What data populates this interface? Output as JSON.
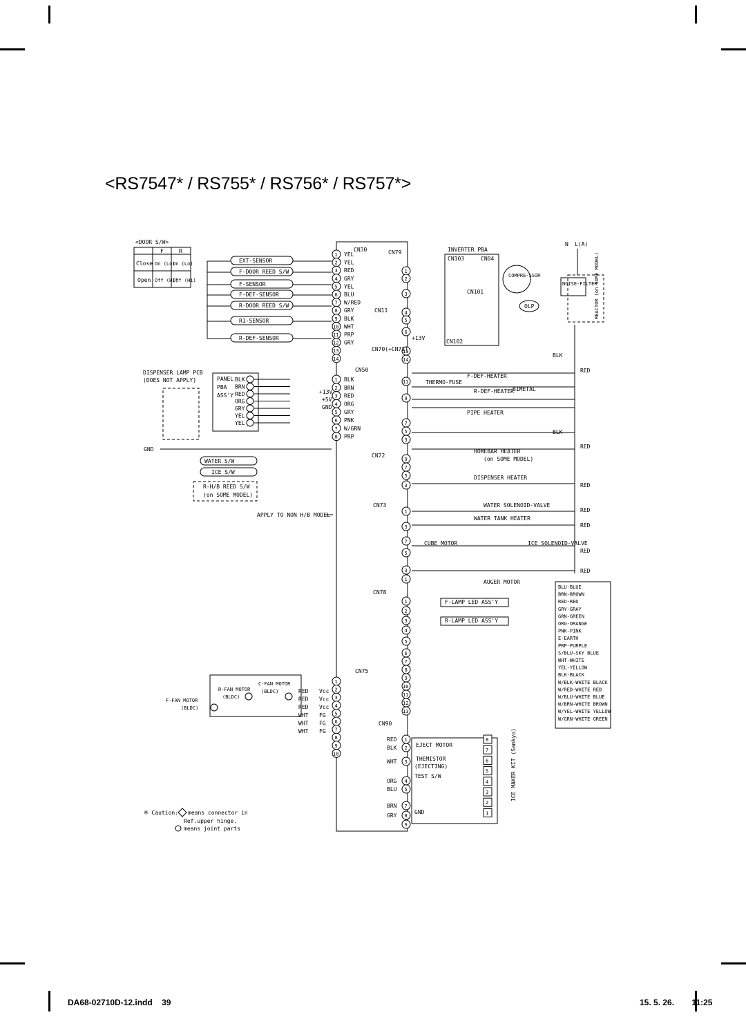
{
  "title": "<RS7547* / RS755* / RS756* / RS757*>",
  "footer": {
    "file": "DA68-02710D-12.indd",
    "page": "39",
    "date": "15. 5. 26.",
    "time": "11:25"
  },
  "door_switch_table": {
    "header": "<DOOR S/W>",
    "cols": [
      "F",
      "R"
    ],
    "rows": [
      {
        "label": "Close",
        "f": "On (Lo)",
        "r": "On (Lo)"
      },
      {
        "label": "Open",
        "f": "Off (Hi)",
        "r": "Off (Hi)"
      }
    ]
  },
  "main_pcb_left": [
    {
      "n": "1",
      "label": "YEL"
    },
    {
      "n": "2",
      "label": "YEL"
    },
    {
      "n": "3",
      "label": "RED"
    },
    {
      "n": "4",
      "label": "GRY"
    },
    {
      "n": "5",
      "label": "YEL"
    },
    {
      "n": "6",
      "label": "BLU"
    },
    {
      "n": "7",
      "label": "W/RED"
    },
    {
      "n": "8",
      "label": "GRY"
    },
    {
      "n": "9",
      "label": "BLK"
    },
    {
      "n": "10",
      "label": "WHT"
    },
    {
      "n": "11",
      "label": "PRP"
    },
    {
      "n": "12",
      "label": "GRY"
    },
    {
      "n": "13",
      "label": ""
    },
    {
      "n": "14",
      "label": ""
    }
  ],
  "left_components": [
    {
      "label": "EXT-SENSOR"
    },
    {
      "label": "F-DOOR REED S/W"
    },
    {
      "label": "F-SENSOR"
    },
    {
      "label": "F-DEF-SENSOR"
    },
    {
      "label": "R-DOOR REED S/W"
    },
    {
      "label": "R1-SENSOR"
    },
    {
      "label": "R-DEF-SENSOR"
    }
  ],
  "dispenser": {
    "title1": "DISPENSER LAMP PCB",
    "title2": "(DOES NOT APPLY)",
    "panel1": "PANEL",
    "panel2": "PBA",
    "panel3": "ASS'Y",
    "wires": [
      "BLK",
      "BRN",
      "RED",
      "ORG",
      "GRY",
      "YEL",
      "YEL"
    ],
    "voltages": [
      "+13V",
      "+5V",
      "GND"
    ]
  },
  "cn50": [
    {
      "n": "1",
      "label": "BLK"
    },
    {
      "n": "2",
      "label": "BRN"
    },
    {
      "n": "3",
      "label": "RED"
    },
    {
      "n": "4",
      "label": "ORG"
    },
    {
      "n": "5",
      "label": "GRY"
    },
    {
      "n": "6",
      "label": "PNK"
    },
    {
      "n": "7",
      "label": "W/GRN"
    },
    {
      "n": "8",
      "label": "PRP"
    }
  ],
  "switches": {
    "water": "WATER S/W",
    "ice": "ICE S/W",
    "rhb": "R-H/B REED S/W",
    "rhb_note": "(on SOME MODEL)",
    "apply": "APPLY TO NON H/B MODEL"
  },
  "connectors": {
    "cn30": "CN30",
    "cn79": "CN79",
    "cn11": "CN11",
    "cn70": "CN70(+CN71)",
    "cn50": "CN50",
    "cn72": "CN72",
    "cn73": "CN73",
    "cn78": "CN78",
    "cn75": "CN75",
    "cn90": "CN90",
    "cn103": "CN103",
    "cn04": "CN04",
    "cn101": "CN101",
    "cn102": "CN102"
  },
  "inverter": {
    "title": "INVERTER PBA",
    "compressor": "COMPRE-SSOR",
    "noise_filter": "NOISE-FILTER",
    "olp": "OLP",
    "reactor": "REACTOR (on SOME MODEL)",
    "n": "N",
    "la": "L(A)",
    "plus13": "+13V"
  },
  "heaters": [
    {
      "label": "F-DEF-HEATER"
    },
    {
      "label": "THERMO-FUSE"
    },
    {
      "label": "R-DEF-HEATER"
    },
    {
      "label": "BIMETAL"
    },
    {
      "label": "PIPE HEATER"
    },
    {
      "label": "HOMEBAR HEATER"
    },
    {
      "label": "(on SOME MODEL)"
    },
    {
      "label": "DISPENSER HEATER"
    },
    {
      "label": "WATER SOLENOID-VALVE"
    },
    {
      "label": "WATER TANK HEATER"
    },
    {
      "label": "CUBE MOTOR"
    },
    {
      "label": "ICE SOLENOID-VALVE"
    },
    {
      "label": "AUGER MOTOR"
    },
    {
      "label": "F-LAMP LED ASS'Y"
    },
    {
      "label": "R-LAMP LED ASS'Y"
    }
  ],
  "fan": {
    "ffan": "F-FAN MOTOR",
    "ffan2": "(BLDC)",
    "rfan": "R-FAN MOTOR",
    "rfan2": "(BLDC)",
    "cfan": "C-FAN MOTOR",
    "cfan2": "(BLDC)",
    "vcc": "Vcc",
    "fg": "FG"
  },
  "ice_maker": {
    "title": "ICE MAKER KIT (Samkyo)",
    "eject": "EJECT MOTOR",
    "themistor": "THEMISTOR",
    "ejecting": "(EJECTING)",
    "test": "TEST S/W",
    "gnd": "GND"
  },
  "cn90_wires": [
    "RED",
    "BLK",
    "WHT",
    "ORG",
    "BLU",
    "BRN",
    "GRY"
  ],
  "caution": {
    "line1": "※ Caution:",
    "line1b": "means connector in",
    "line2": "Ref.upper hinge.",
    "line3": "means joint parts"
  },
  "legend": [
    "BLU-BLUE",
    "BRN-BROWN",
    "RED-RED",
    "GRY-GRAY",
    "GRN-GREEN",
    "ORG-ORANGE",
    "PNK-PINK",
    "E-EARTH",
    "PRP-PURPLE",
    "S/BLU-SKY BLUE",
    "WHT-WHITE",
    "YEL-YELLOW",
    "BLK-BLACK",
    "W/BLK-WHITE BLACK",
    "W/RED-WHITE RED",
    "W/BLU-WHITE BLUE",
    "W/BRN-WHITE BROWN",
    "W/YEL-WHITE YELLOW",
    "W/GRN-WHITE GREEN"
  ],
  "right_wire_labels": [
    "RED",
    "RED",
    "RED",
    "RED",
    "RED",
    "RED",
    "RED",
    "RED",
    "BLK",
    "BLK"
  ]
}
